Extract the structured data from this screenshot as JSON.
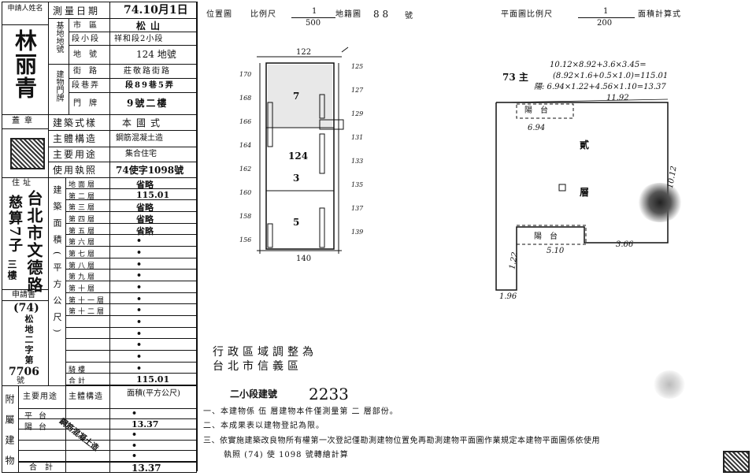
{
  "left_form": {
    "applicant_label": "申請人姓名",
    "applicant_name": "林丽青",
    "seal_label": "蓋章",
    "address_label": "住址",
    "address_value": "台北市文德路",
    "address_value2": "慈算7子",
    "address_value3": "三樓",
    "application_label": "申請書",
    "application_no": "(74)",
    "application_sub": "松地二字第",
    "application_num": "7706",
    "application_suffix": "號",
    "survey_date_label": "測量日期",
    "survey_date_value": "74.10月1日",
    "land_no_label": "基地地號",
    "city_label": "市區",
    "city_value": "松山",
    "section_label": "段小段",
    "section_value": "祥和段2小段",
    "lot_label": "地號",
    "lot_value": "124 地號",
    "bldg_label": "建物門牌",
    "street_label": "街路",
    "street_value": "莊敬路街路",
    "lane_label": "段巷弄",
    "lane_value": "段89巷5弄",
    "door_label": "門牌",
    "door_value": "9號二樓",
    "style_label": "建築式樣",
    "style_value": "本國式",
    "structure_label": "主體構造",
    "structure_value": "鋼筋混凝土造",
    "use_label": "主要用途",
    "use_value": "集合住宅",
    "permit_label": "使用執照",
    "permit_value": "74使字1098號",
    "area_side_label": "建築面積(平方公尺)",
    "floors": [
      {
        "label": "地面層",
        "value": "省略"
      },
      {
        "label": "第二層",
        "value": "115.01"
      },
      {
        "label": "第三層",
        "value": "省略"
      },
      {
        "label": "第四層",
        "value": "省略"
      },
      {
        "label": "第五層",
        "value": "省略"
      },
      {
        "label": "第六層",
        "value": "•"
      },
      {
        "label": "第七層",
        "value": "•"
      },
      {
        "label": "第八層",
        "value": "•"
      },
      {
        "label": "第九層",
        "value": "•"
      },
      {
        "label": "第十層",
        "value": "•"
      },
      {
        "label": "第十一層",
        "value": "•"
      },
      {
        "label": "第十二層",
        "value": "•"
      },
      {
        "label": "",
        "value": "•"
      },
      {
        "label": "",
        "value": "•"
      },
      {
        "label": "",
        "value": "•"
      },
      {
        "label": "",
        "value": "•"
      },
      {
        "label": "騎樓",
        "value": "•"
      },
      {
        "label": "合計",
        "value": "115.01"
      }
    ],
    "attached_label": "附屬建物",
    "attached_use_label": "主要用途",
    "attached_struct_label": "主體構造",
    "attached_area_label": "面積(平方公尺)",
    "attached_rows": [
      {
        "use": "平台",
        "area": "•"
      },
      {
        "use": "陽台",
        "area": "13.37"
      },
      {
        "use": "",
        "area": "•"
      },
      {
        "use": "",
        "area": "•"
      },
      {
        "use": "",
        "area": "•"
      }
    ],
    "attached_struct_value": "鋼筋混凝土造",
    "attached_total_label": "合計",
    "attached_total_value": "13.37"
  },
  "location_plan": {
    "header_label": "位置圖",
    "scale_label": "比例尺",
    "scale_num": "1",
    "scale_den": "500",
    "map_label": "地籍圖",
    "map_no": "8 8",
    "map_suffix": "號",
    "top_dim": "122",
    "bottom_dim": "140",
    "right_ticks": [
      "125",
      "127",
      "129",
      "131",
      "133",
      "135",
      "137",
      "139"
    ],
    "left_ticks": [
      "170",
      "168",
      "166",
      "164",
      "162",
      "160",
      "158",
      "156"
    ],
    "lot_number": "124",
    "notes": [
      "7",
      "3",
      "5"
    ]
  },
  "floor_plan": {
    "header_label": "平面圖比例尺",
    "scale_num": "1",
    "scale_den": "200",
    "calc_label": "面積計算式",
    "calc_line1": "10.12×8.92+3.6×3.45=",
    "calc_line2": "(8.92×1.6+0.5×1.0)=115.01",
    "calc_line3": "陽: 6.94×1.22+4.56×1.10=13.37",
    "calc_prefix": "73 主",
    "balcony_label": "陽台",
    "floor_char1": "貳",
    "floor_char2": "層",
    "dim_top": "11.92",
    "dim_balcony1": "6.94",
    "dim_balcony2": "5.10",
    "dim_right": "3.66",
    "dim_left": "1.96",
    "dim_small": "1.22",
    "dim_right_vert": "10.12"
  },
  "admin_note": {
    "line1": "行政區域調整為",
    "line2": "台北市信義區"
  },
  "stamp_area": {
    "building_no_label": "二小段建號",
    "building_no": "2233"
  },
  "footer_notes": [
    "一、本建物係 伍 層建物本件僅測量第 二 層部份。",
    "二、本成果表以建物登記為限。",
    "三、依實施建築改良物所有權第一次登記僅勘測建物位置免再勘測建物平面圖作業規定本建物平面圖係依使用",
    "執照 (74) 使 1098 號轉繪計算"
  ]
}
